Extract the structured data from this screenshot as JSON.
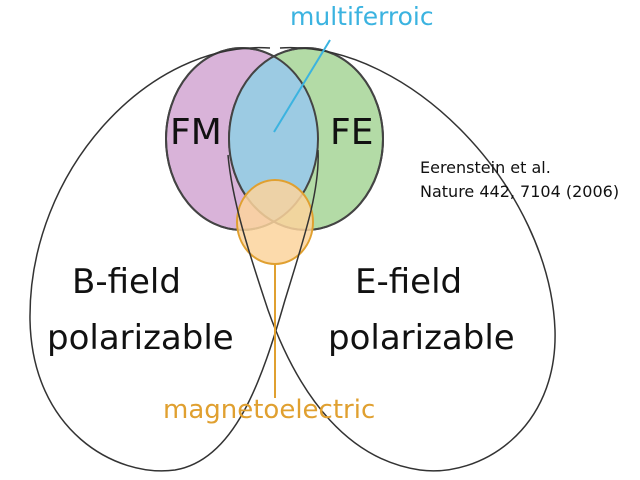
{
  "labels": {
    "multiferroic": "multiferroic",
    "fm": "FM",
    "fe": "FE",
    "b_field_line1": "B-field",
    "b_field_line2": "polarizable",
    "e_field_line1": "E-field",
    "e_field_line2": "polarizable",
    "magnetoelectric": "magnetoelectric"
  },
  "citation": {
    "line1": "Eerenstein et al.",
    "line2": "Nature 442, 7104 (2006)"
  },
  "colors": {
    "fm_fill": "#d9b3d9",
    "fe_fill": "#b3dba6",
    "multiferroic": "#3bb3e0",
    "overlap_fill": "#9ccbe3",
    "magnetoelectric": "#e0a030",
    "me_fill": "#fcd39c"
  }
}
